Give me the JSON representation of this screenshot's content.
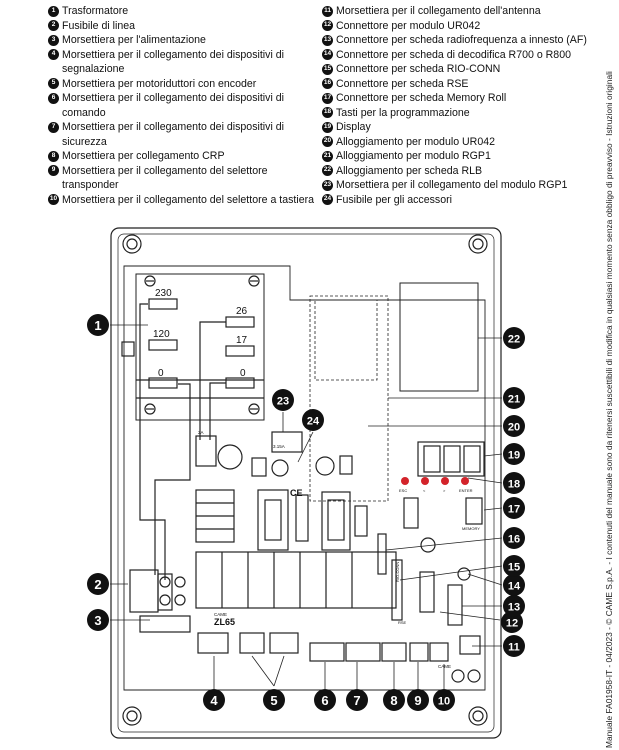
{
  "legend_left": [
    {
      "num": "1",
      "text": "Trasformatore"
    },
    {
      "num": "2",
      "text": "Fusibile di linea"
    },
    {
      "num": "3",
      "text": "Morsettiera per l'alimentazione"
    },
    {
      "num": "4",
      "text": "Morsettiera per il collegamento dei dispositivi di segnalazione"
    },
    {
      "num": "5",
      "text": "Morsettiera per motoriduttori con encoder"
    },
    {
      "num": "6",
      "text": "Morsettiera per il collegamento dei dispositivi di comando"
    },
    {
      "num": "7",
      "text": "Morsettiera per il collegamento dei dispositivi di sicurezza"
    },
    {
      "num": "8",
      "text": "Morsettiera per collegamento CRP"
    },
    {
      "num": "9",
      "text": "Morsettiera per il collegamento del selettore transponder"
    },
    {
      "num": "10",
      "text": "Morsettiera per il collegamento del selettore a tastiera"
    }
  ],
  "legend_right": [
    {
      "num": "11",
      "text": "Morsettiera per il collegamento dell'antenna"
    },
    {
      "num": "12",
      "text": "Connettore per modulo UR042"
    },
    {
      "num": "13",
      "text": "Connettore per scheda radiofrequenza a innesto (AF)"
    },
    {
      "num": "14",
      "text": "Connettore per scheda di decodifica R700 o R800"
    },
    {
      "num": "15",
      "text": "Connettore per scheda RIO-CONN"
    },
    {
      "num": "16",
      "text": "Connettore per scheda RSE"
    },
    {
      "num": "17",
      "text": "Connettore per scheda Memory Roll"
    },
    {
      "num": "18",
      "text": "Tasti per la programmazione"
    },
    {
      "num": "19",
      "text": "Display"
    },
    {
      "num": "20",
      "text": "Alloggiamento per modulo UR042"
    },
    {
      "num": "21",
      "text": "Alloggiamento per modulo RGP1"
    },
    {
      "num": "22",
      "text": "Alloggiamento per scheda RLB"
    },
    {
      "num": "23",
      "text": "Morsettiera per il collegamento del modulo RGP1"
    },
    {
      "num": "24",
      "text": "Fusibile per gli accessori"
    }
  ],
  "side_text": "Manuale FA01958-IT - 04/2023 - © CAME S.p.A. - I contenuti del manuale sono da ritenersi suscettibili di modifica in qualsiasi momento senza obbligo di preavviso - Istruzioni originali",
  "board": {
    "transformer_labels": {
      "v230": "230",
      "v120": "120",
      "v0a": "0",
      "v26": "26",
      "v17": "17",
      "v0b": "0"
    },
    "brand": "ZL65",
    "brand_small": "CAME",
    "ce": "CE",
    "esc": "ESC",
    "enter": "ENTER",
    "minus": "<",
    "plus": ">",
    "memory": "MEMORY",
    "rio": "RIO-CONN",
    "rse": "RSE",
    "came_bottom": "CAME",
    "fuse_a": "2A",
    "fuse_b": "3.15A"
  },
  "callouts": [
    {
      "num": "1"
    },
    {
      "num": "2"
    },
    {
      "num": "3"
    },
    {
      "num": "4"
    },
    {
      "num": "5"
    },
    {
      "num": "6"
    },
    {
      "num": "7"
    },
    {
      "num": "8"
    },
    {
      "num": "9"
    },
    {
      "num": "10"
    },
    {
      "num": "11"
    },
    {
      "num": "12"
    },
    {
      "num": "13"
    },
    {
      "num": "14"
    },
    {
      "num": "15"
    },
    {
      "num": "16"
    },
    {
      "num": "17"
    },
    {
      "num": "18"
    },
    {
      "num": "19"
    },
    {
      "num": "20"
    },
    {
      "num": "21"
    },
    {
      "num": "22"
    },
    {
      "num": "23"
    },
    {
      "num": "24"
    }
  ]
}
